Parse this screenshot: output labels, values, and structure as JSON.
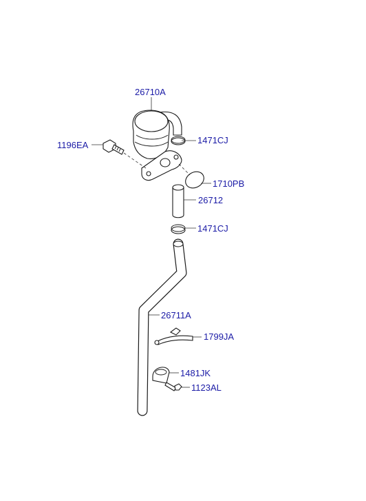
{
  "labels": {
    "breather_filter": "26710A",
    "bolt": "1196EA",
    "clamp_upper": "1471CJ",
    "gasket": "1710PB",
    "hose_short": "26712",
    "clamp_lower": "1471CJ",
    "pipe": "26711A",
    "band": "1799JA",
    "bracket": "1481JK",
    "screw": "1123AL"
  }
}
